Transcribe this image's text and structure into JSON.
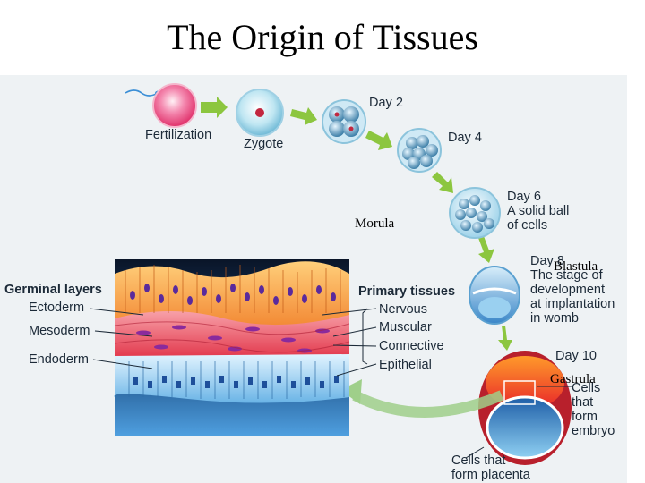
{
  "title": "The Origin of Tissues",
  "stages": {
    "fertilization": "Fertilization",
    "zygote": "Zygote",
    "day2": "Day 2",
    "day4": "Day 4",
    "day6": [
      "Day 6",
      "A solid ball",
      "of cells"
    ],
    "day8": [
      "Day 8",
      "The stage of",
      "development",
      "at implantation",
      "in womb"
    ],
    "day10": "Day 10",
    "cells_embryo": [
      "Cells",
      "that",
      "form",
      "embryo"
    ],
    "cells_placenta": [
      "Cells that",
      "form placenta"
    ]
  },
  "overlay_labels": {
    "morula": "Morula",
    "blastula": "Blastula",
    "gastrula": "Gastrula"
  },
  "germinal_layers": {
    "heading": "Germinal layers",
    "items": [
      "Ectoderm",
      "Mesoderm",
      "Endoderm"
    ]
  },
  "primary_tissues": {
    "heading": "Primary tissues",
    "items": [
      "Nervous",
      "Muscular",
      "Connective",
      "Epithelial"
    ]
  },
  "colors": {
    "arrow": "#8cc63f",
    "ectoderm": "#f28a2e",
    "mesoderm": "#e8334a",
    "endoderm": "#5aa7e0",
    "nucleus": "#4a2a8c"
  }
}
